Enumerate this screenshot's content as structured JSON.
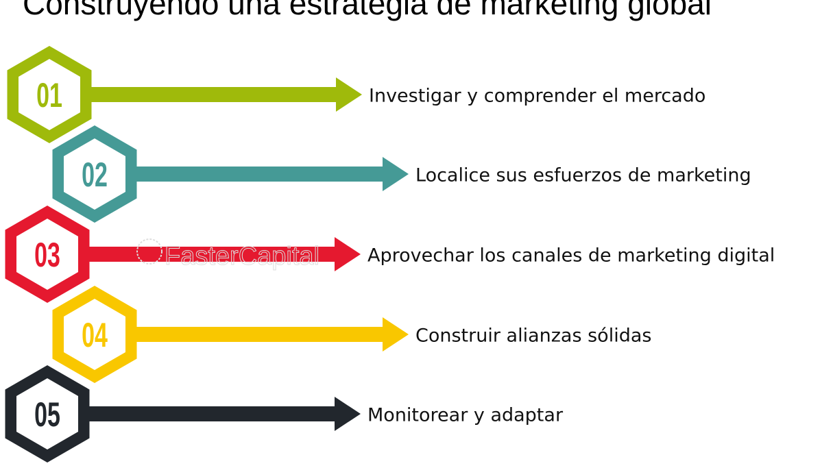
{
  "title": "Construyendo una estrategia de marketing global",
  "watermark": "FasterCapital",
  "steps": [
    {
      "number": "01",
      "label": "Investigar y comprender el mercado",
      "color": "#9fba0b"
    },
    {
      "number": "02",
      "label": "Localice sus esfuerzos de marketing",
      "color": "#459a96"
    },
    {
      "number": "03",
      "label": "Aprovechar los canales de marketing digital",
      "color": "#e5192f"
    },
    {
      "number": "04",
      "label": "Construir alianzas sólidas",
      "color": "#f9c700"
    },
    {
      "number": "05",
      "label": "Monitorear y adaptar",
      "color": "#22272d"
    }
  ]
}
